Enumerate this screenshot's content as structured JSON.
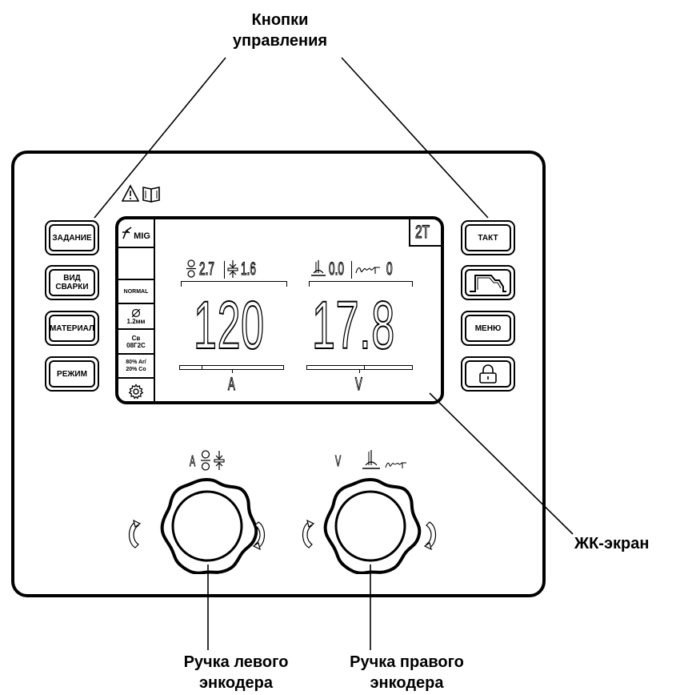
{
  "callouts": {
    "buttons_line1": "Кнопки",
    "buttons_line2": "управления",
    "lcd": "ЖК-экран",
    "left_encoder_line1": "Ручка левого",
    "left_encoder_line2": "энкодера",
    "right_encoder_line1": "Ручка правого",
    "right_encoder_line2": "энкодера"
  },
  "left_buttons": [
    {
      "line1": "ЗАДАНИЕ",
      "line2": ""
    },
    {
      "line1": "ВИД",
      "line2": "СВАРКИ"
    },
    {
      "line1": "МАТЕРИАЛ",
      "line2": ""
    },
    {
      "line1": "РЕЖИМ",
      "line2": ""
    }
  ],
  "right_buttons": [
    {
      "label": "ТАКТ",
      "icon": "text"
    },
    {
      "label": "",
      "icon": "waveform-icon"
    },
    {
      "label": "МЕНЮ",
      "icon": "text"
    },
    {
      "label": "",
      "icon": "lock-icon"
    }
  ],
  "lcd": {
    "mode_label": "MIG",
    "trigger_mode": "2T",
    "normal_label": "NORMAL",
    "wire_diameter": "1.2мм",
    "material_line1": "Св",
    "material_line2": "08Г2С",
    "gas_line1": "80% Ar/",
    "gas_line2": "20% Co",
    "wire_speed": "2.7",
    "stickout": "1.6",
    "inductance": "0.0",
    "crater": "0",
    "current": "120",
    "voltage": "17.8",
    "current_unit": "A",
    "voltage_unit": "V",
    "current_bar_fraction": 0.22,
    "voltage_bar_fraction": 0.55
  },
  "knobs": {
    "left_label": "A",
    "right_label": "V"
  }
}
